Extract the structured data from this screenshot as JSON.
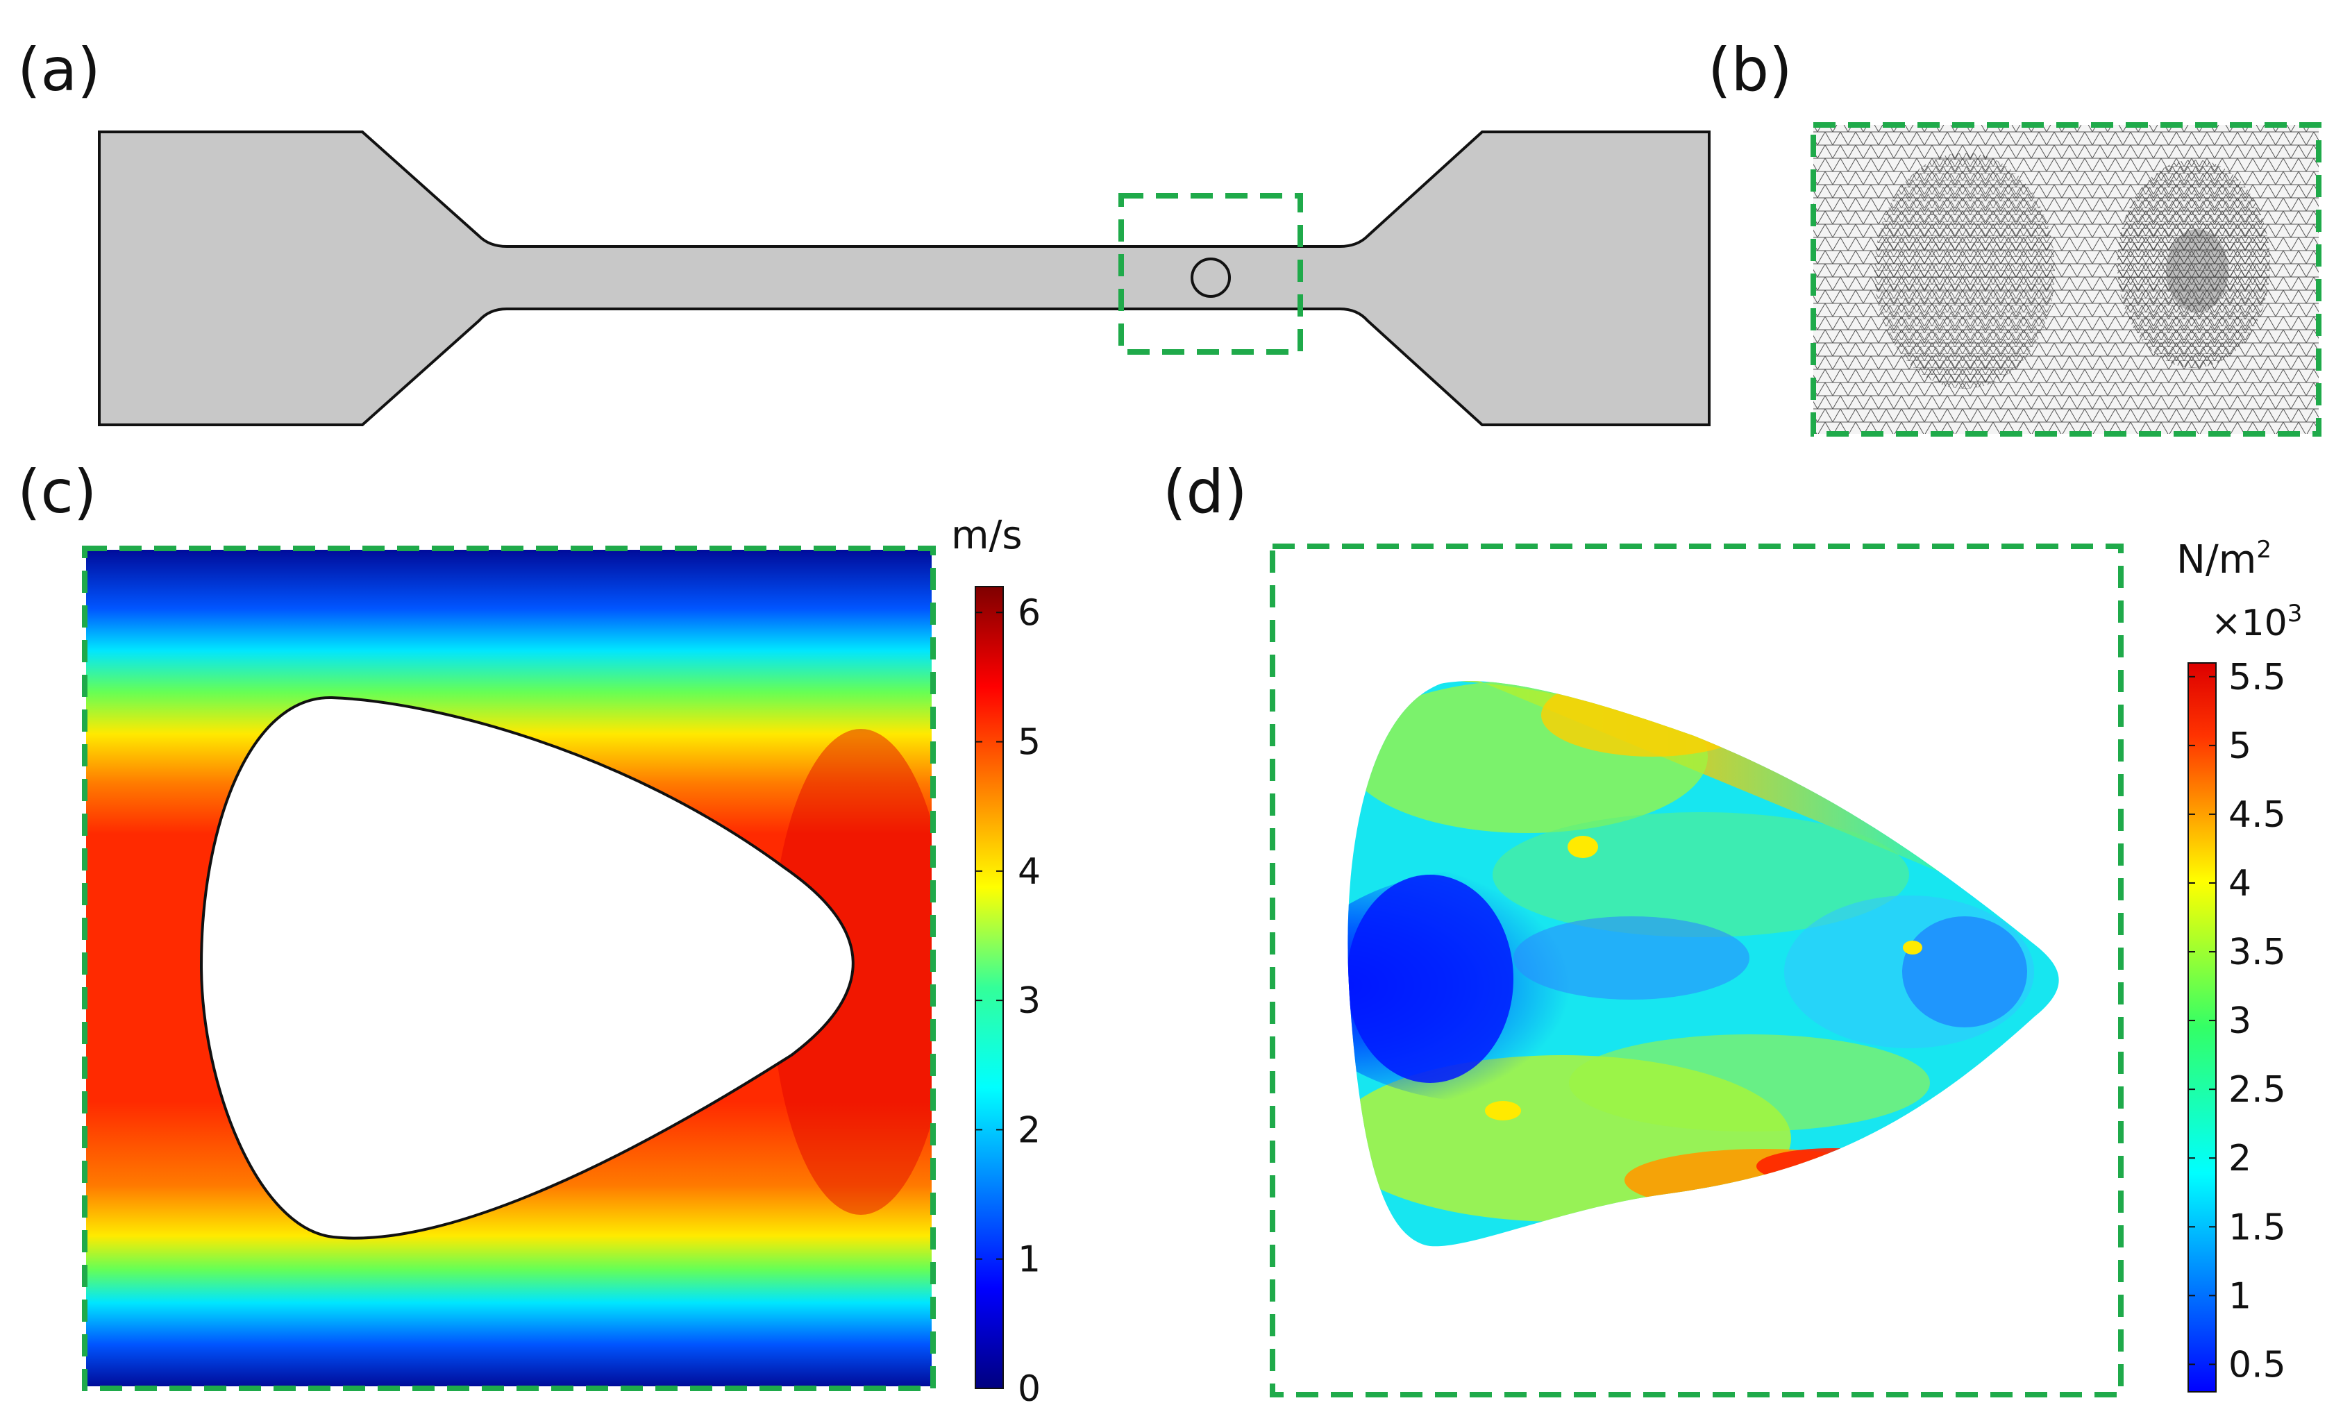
{
  "panels": {
    "a": {
      "label": "(a)"
    },
    "b": {
      "label": "(b)"
    },
    "c": {
      "label": "(c)",
      "colorbar": {
        "unit": "m/s",
        "ticks": [
          "0",
          "1",
          "2",
          "3",
          "4",
          "5",
          "6"
        ],
        "range": [
          0,
          6.2
        ]
      }
    },
    "d": {
      "label": "(d)",
      "colorbar": {
        "unit_base": "N/m",
        "unit_exp": "2",
        "scale_prefix": "×10",
        "scale_exp": "3",
        "ticks": [
          "0.5",
          "1",
          "1.5",
          "2",
          "2.5",
          "3",
          "3.5",
          "4",
          "4.5",
          "5",
          "5.5"
        ],
        "range": [
          0.3,
          5.6
        ]
      }
    }
  },
  "colors": {
    "specimen_fill": "#c8c8c8",
    "highlight_box": "#1faa4a",
    "jet_low": "#00007f",
    "jet_high": "#7f0000"
  }
}
